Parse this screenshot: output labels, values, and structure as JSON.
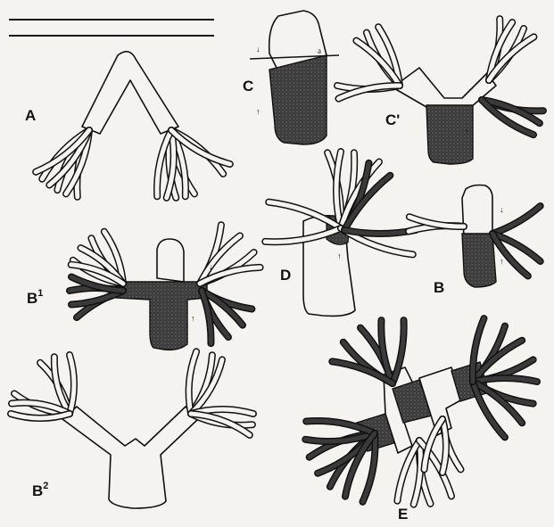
{
  "labels": {
    "A": "A",
    "C": "C",
    "C_prime": "C'",
    "D": "D",
    "B": "B",
    "B1": "B",
    "B1_sup": "1",
    "B2": "B",
    "B2_sup": "2",
    "E": "E",
    "a": "a"
  },
  "colors": {
    "ink": "#111111",
    "paper": "#f4f3ef",
    "shade": "#2b2b2b"
  }
}
